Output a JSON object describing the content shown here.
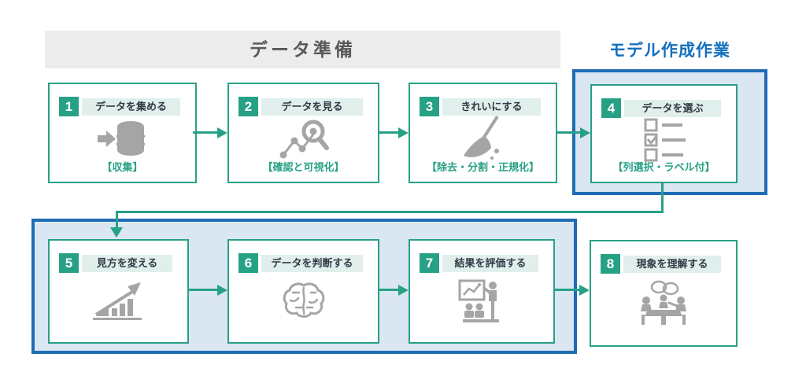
{
  "diagram": {
    "title_left": "データ準備",
    "title_right": "モデル作成作業"
  },
  "colors": {
    "teal": "#27a185",
    "teal_light_bg": "#e0efeb",
    "dark_text": "#2f3a45",
    "gray_bar_bg": "#ececec",
    "gray_bar_text": "#595959",
    "blue_text": "#1470bd",
    "blue_border": "#1f6cb5",
    "blue_panel_bg": "#dbe6f3",
    "icon_gray": "#a5a5a5",
    "box_bg": "#ffffff"
  },
  "steps": [
    {
      "number": "1",
      "title": "データを集める",
      "caption": "【収集】",
      "icon": "database-icon"
    },
    {
      "number": "2",
      "title": "データを見る",
      "caption": "【確認と可視化】",
      "icon": "scatter-magnifier-icon"
    },
    {
      "number": "3",
      "title": "きれいにする",
      "caption": "【除去・分割・正規化】",
      "icon": "broom-icon"
    },
    {
      "number": "4",
      "title": "データを選ぶ",
      "caption": "【列選択・ラベル付】",
      "icon": "checklist-icon"
    },
    {
      "number": "5",
      "title": "見方を変える",
      "caption": "",
      "icon": "bar-chart-arrow-icon"
    },
    {
      "number": "6",
      "title": "データを判断する",
      "caption": "",
      "icon": "brain-icon"
    },
    {
      "number": "7",
      "title": "結果を評価する",
      "caption": "",
      "icon": "presentation-icon"
    },
    {
      "number": "8",
      "title": "現象を理解する",
      "caption": "",
      "icon": "meeting-icon"
    }
  ]
}
